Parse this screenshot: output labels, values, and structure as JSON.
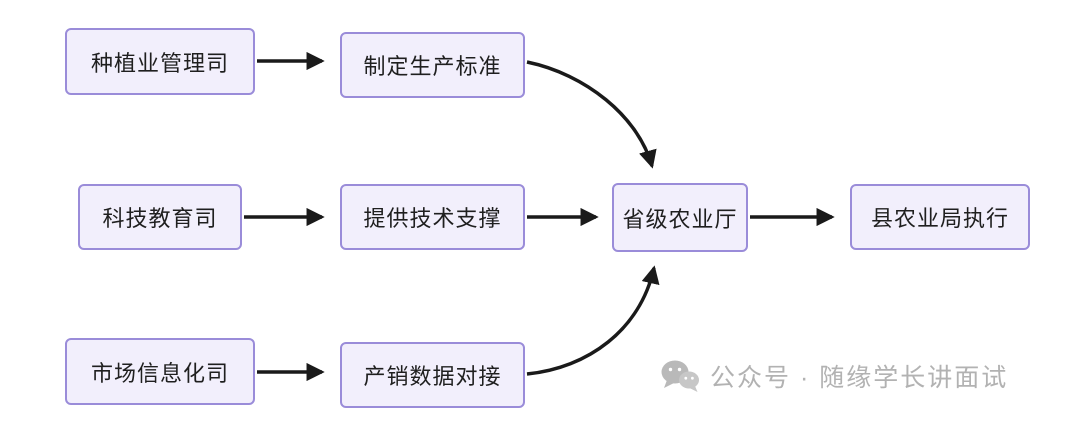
{
  "diagram": {
    "nodes": [
      {
        "id": "zhongzhiye",
        "label": "种植业管理司"
      },
      {
        "id": "zhiding",
        "label": "制定生产标准"
      },
      {
        "id": "keji",
        "label": "科技教育司"
      },
      {
        "id": "tigong",
        "label": "提供技术支撑"
      },
      {
        "id": "shichang",
        "label": "市场信息化司"
      },
      {
        "id": "chanxiao",
        "label": "产销数据对接"
      },
      {
        "id": "shengji",
        "label": "省级农业厅"
      },
      {
        "id": "xian",
        "label": "县农业局执行"
      }
    ],
    "edges": [
      {
        "from": "种植业管理司",
        "to": "制定生产标准"
      },
      {
        "from": "科技教育司",
        "to": "提供技术支撑"
      },
      {
        "from": "市场信息化司",
        "to": "产销数据对接"
      },
      {
        "from": "制定生产标准",
        "to": "省级农业厅"
      },
      {
        "from": "提供技术支撑",
        "to": "省级农业厅"
      },
      {
        "from": "产销数据对接",
        "to": "省级农业厅"
      },
      {
        "from": "省级农业厅",
        "to": "县农业局执行"
      }
    ],
    "colors": {
      "node_fill": "#f2effc",
      "node_border": "#9a8cd9",
      "arrow": "#1a1a1a",
      "watermark": "#b2b2b2"
    }
  },
  "watermark": {
    "text": "公众号 · 随缘学长讲面试"
  }
}
